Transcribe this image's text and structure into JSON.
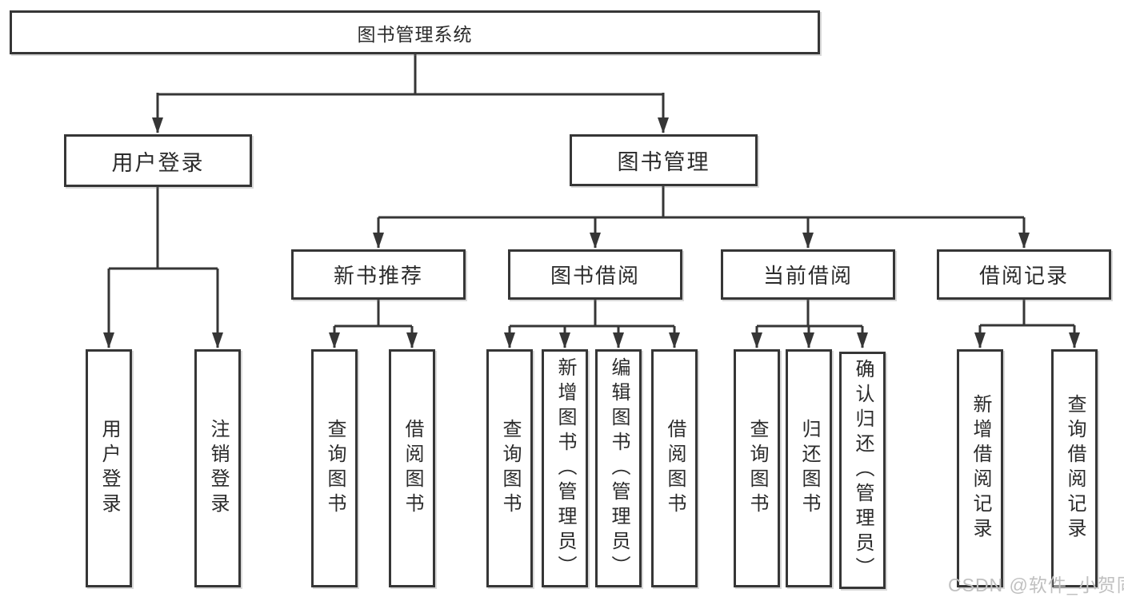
{
  "diagram": {
    "type": "hierarchy-tree",
    "orientation": "top-down"
  },
  "colors": {
    "line": "#363636",
    "text": "#2b2b2b",
    "background": "#ffffff",
    "watermark": "#c0c0c0"
  },
  "tree": {
    "root": {
      "label": "图书管理系统",
      "children": [
        {
          "label": "用户登录",
          "children": [
            {
              "label": "用户登录"
            },
            {
              "label": "注销登录"
            }
          ]
        },
        {
          "label": "图书管理",
          "children": [
            {
              "label": "新书推荐",
              "children": [
                {
                  "label": "查询图书"
                },
                {
                  "label": "借阅图书"
                }
              ]
            },
            {
              "label": "图书借阅",
              "children": [
                {
                  "label": "查询图书"
                },
                {
                  "label": "新增图书（管理员）"
                },
                {
                  "label": "编辑图书（管理员）"
                },
                {
                  "label": "借阅图书"
                }
              ]
            },
            {
              "label": "当前借阅",
              "children": [
                {
                  "label": "查询图书"
                },
                {
                  "label": "归还图书"
                },
                {
                  "label": "确认归还（管理员）"
                }
              ]
            },
            {
              "label": "借阅记录",
              "children": [
                {
                  "label": "新增借阅记录"
                },
                {
                  "label": "查询借阅记录"
                }
              ]
            }
          ]
        }
      ]
    }
  },
  "watermark": {
    "text": "CSDN @软件_小贺同学"
  }
}
